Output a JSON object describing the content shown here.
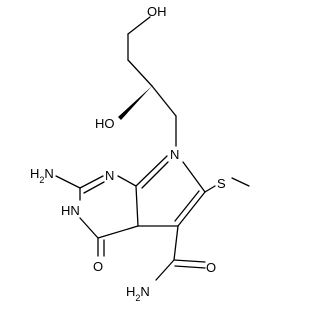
{
  "molecule": {
    "atoms": {
      "oh_top": "OH",
      "oh_chiral": "HO",
      "n_ring": "N",
      "n_pyrimidine": "N",
      "nh2_left": "H2N",
      "s_methylthio": "S",
      "nh_ring": "HN",
      "o_carbonyl": "O",
      "o_amide": "O",
      "nh2_amide": "H2N"
    },
    "colors": {
      "bond": "#000000",
      "text": "#000000",
      "background": "#ffffff"
    }
  }
}
